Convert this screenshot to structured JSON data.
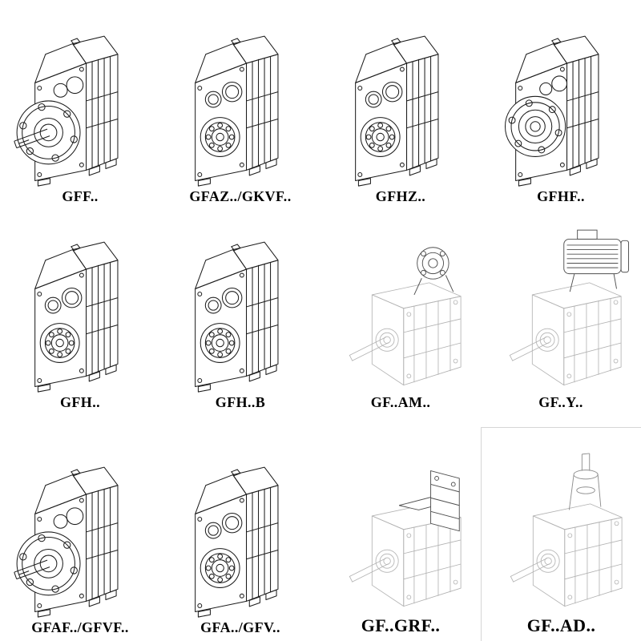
{
  "palette": {
    "solid_line": "#1c1c1c",
    "phantom_line": "#b3b3b3",
    "attachment_line": "#4f4f4f",
    "background": "#ffffff"
  },
  "cells": [
    {
      "label": "GFF..",
      "icon": "gearbox-gff-drawing"
    },
    {
      "label": "GFAZ../GKVF..",
      "icon": "gearbox-gfaz-gkvf-drawing"
    },
    {
      "label": "GFHZ..",
      "icon": "gearbox-gfhz-drawing"
    },
    {
      "label": "GFHF..",
      "icon": "gearbox-gfhf-drawing"
    },
    {
      "label": "GFH..",
      "icon": "gearbox-gfh-drawing"
    },
    {
      "label": "GFH..B",
      "icon": "gearbox-gfh-b-drawing"
    },
    {
      "label": "GF..AM..",
      "icon": "gearbox-gf-am-drawing"
    },
    {
      "label": "GF..Y..",
      "icon": "gearbox-gf-y-drawing"
    },
    {
      "label": "GFAF../GFVF..",
      "icon": "gearbox-gfaf-gfvf-drawing"
    },
    {
      "label": "GFA../GFV..",
      "icon": "gearbox-gfa-gfv-drawing"
    },
    {
      "label": "GF..GRF..",
      "icon": "gearbox-gf-grf-drawing"
    },
    {
      "label": "GF..AD..",
      "icon": "gearbox-gf-ad-drawing"
    }
  ]
}
